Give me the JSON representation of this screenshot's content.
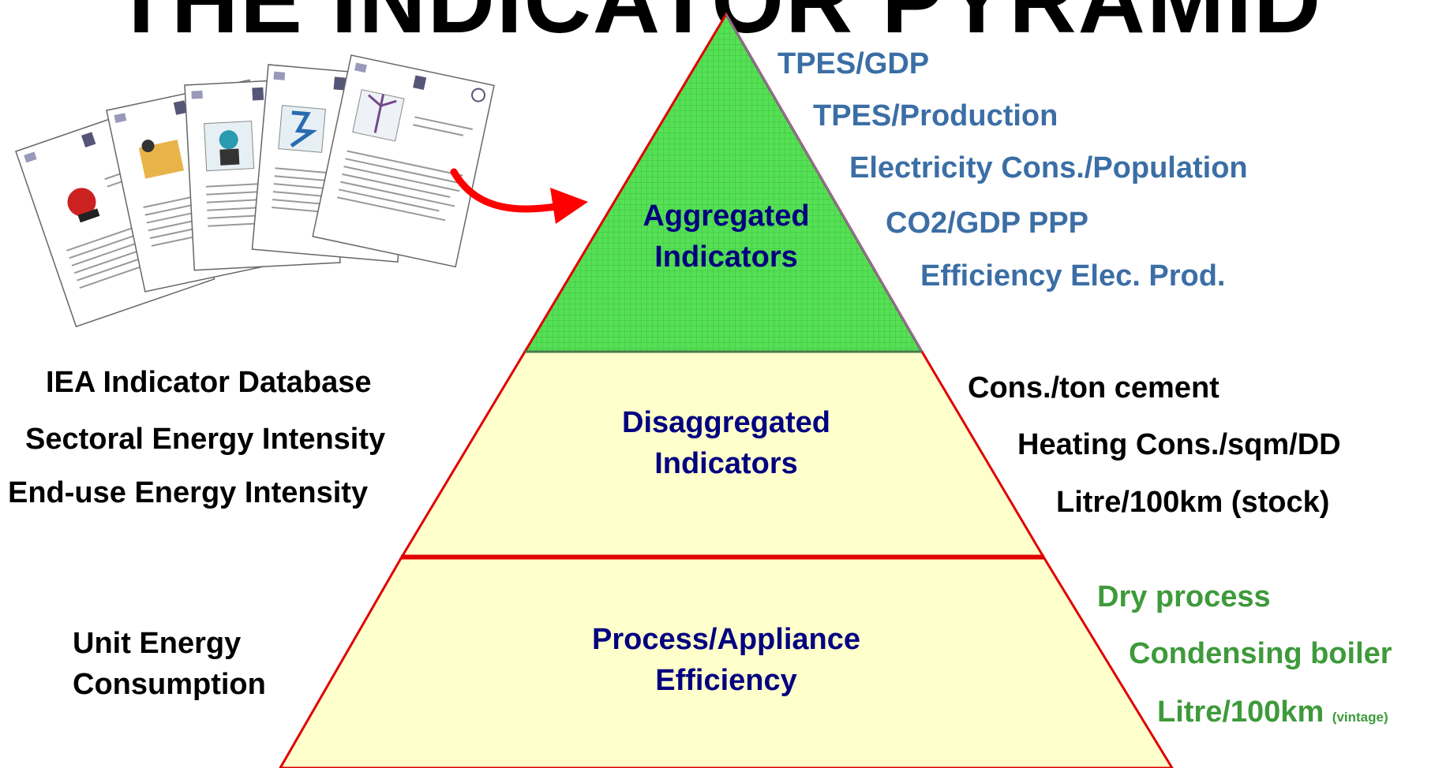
{
  "title": "THE INDICATOR PYRAMID",
  "colors": {
    "top_fill": "#55e055",
    "lower_fill": "#ffffcc",
    "outline": "#e00000",
    "arrow": "#ff0000",
    "tier_text": "#000080",
    "blue_text": "#3b6ea5",
    "green_text": "#3e9a3a"
  },
  "tiers": {
    "top": {
      "line1": "Aggregated",
      "line2": "Indicators"
    },
    "middle": {
      "line1": "Disaggregated",
      "line2": "Indicators"
    },
    "bottom": {
      "line1": "Process/Appliance",
      "line2": "Efficiency"
    }
  },
  "right_top": [
    "TPES/GDP",
    "TPES/Production",
    "Electricity Cons./Population",
    "CO2/GDP PPP",
    "Efficiency Elec. Prod."
  ],
  "right_middle": [
    "Cons./ton cement",
    "Heating Cons./sqm/DD",
    "Litre/100km (stock)"
  ],
  "right_bottom": [
    "Dry process",
    "Condensing boiler",
    "Litre/100km",
    "(vintage)"
  ],
  "left_middle": [
    "IEA Indicator Database",
    "Sectoral Energy Intensity",
    "End-use Energy Intensity"
  ],
  "left_bottom": {
    "line1": "Unit Energy",
    "line2": "Consumption"
  },
  "documents": [
    {
      "icon": "coal-questionnaire-icon"
    },
    {
      "icon": "oil-questionnaire-icon"
    },
    {
      "icon": "natural-gas-questionnaire-icon"
    },
    {
      "icon": "electricity-questionnaire-icon"
    },
    {
      "icon": "renewables-questionnaire-icon"
    }
  ]
}
